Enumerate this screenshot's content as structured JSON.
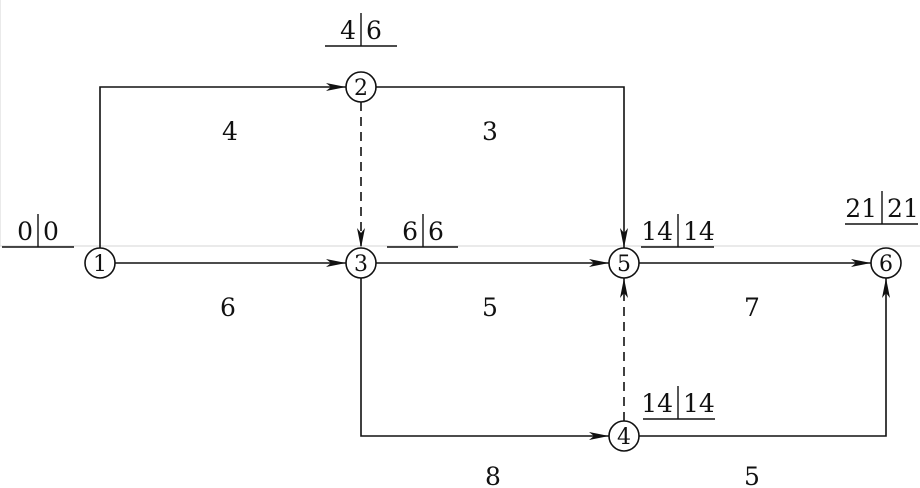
{
  "nodes": [
    {
      "id": "1",
      "label": "1",
      "es": "0",
      "ef": "0"
    },
    {
      "id": "2",
      "label": "2",
      "es": "4",
      "ef": "6"
    },
    {
      "id": "3",
      "label": "3",
      "es": "6",
      "ef": "6"
    },
    {
      "id": "4",
      "label": "4",
      "es": "14",
      "ef": "14"
    },
    {
      "id": "5",
      "label": "5",
      "es": "14",
      "ef": "14"
    },
    {
      "id": "6",
      "label": "6",
      "es": "21",
      "ef": "21"
    }
  ],
  "edges": [
    {
      "id": "1-2",
      "from": "1",
      "to": "2",
      "duration": "4",
      "dummy": false
    },
    {
      "id": "1-3",
      "from": "1",
      "to": "3",
      "duration": "6",
      "dummy": false
    },
    {
      "id": "2-3",
      "from": "2",
      "to": "3",
      "duration": "",
      "dummy": true
    },
    {
      "id": "2-5",
      "from": "2",
      "to": "5",
      "duration": "3",
      "dummy": false
    },
    {
      "id": "3-5",
      "from": "3",
      "to": "5",
      "duration": "5",
      "dummy": false
    },
    {
      "id": "3-4",
      "from": "3",
      "to": "4",
      "duration": "8",
      "dummy": false
    },
    {
      "id": "4-5",
      "from": "4",
      "to": "5",
      "duration": "",
      "dummy": true
    },
    {
      "id": "5-6",
      "from": "5",
      "to": "6",
      "duration": "7",
      "dummy": false
    },
    {
      "id": "4-6",
      "from": "4",
      "to": "6",
      "duration": "5",
      "dummy": false
    }
  ]
}
